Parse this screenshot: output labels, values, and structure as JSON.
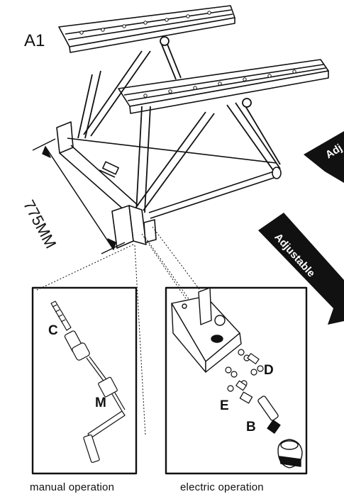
{
  "figure": {
    "id_label": "A1",
    "dimension_label": "775MM"
  },
  "banners": {
    "upper": "Adj",
    "lower": "Adjustable"
  },
  "panels": {
    "manual": {
      "caption": "manual operation",
      "parts": {
        "c": "C",
        "m": "M"
      }
    },
    "electric": {
      "caption": "electric operation",
      "parts": {
        "d": "D",
        "e": "E",
        "b": "B"
      }
    }
  },
  "colors": {
    "ink": "#111111",
    "banner": "#111111",
    "paper": "#ffffff"
  }
}
